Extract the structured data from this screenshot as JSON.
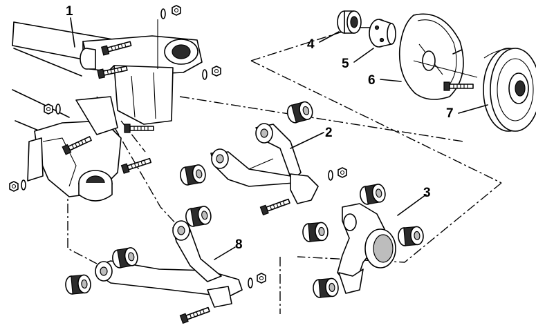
{
  "diagram": {
    "callouts": [
      {
        "id": "1",
        "label": "1"
      },
      {
        "id": "2",
        "label": "2"
      },
      {
        "id": "3",
        "label": "3"
      },
      {
        "id": "4",
        "label": "4"
      },
      {
        "id": "5",
        "label": "5"
      },
      {
        "id": "6",
        "label": "6"
      },
      {
        "id": "7",
        "label": "7"
      },
      {
        "id": "8",
        "label": "8"
      }
    ]
  },
  "colors": {
    "line": "#000000",
    "background": "#ffffff",
    "rubber": "#2b2b2b"
  }
}
